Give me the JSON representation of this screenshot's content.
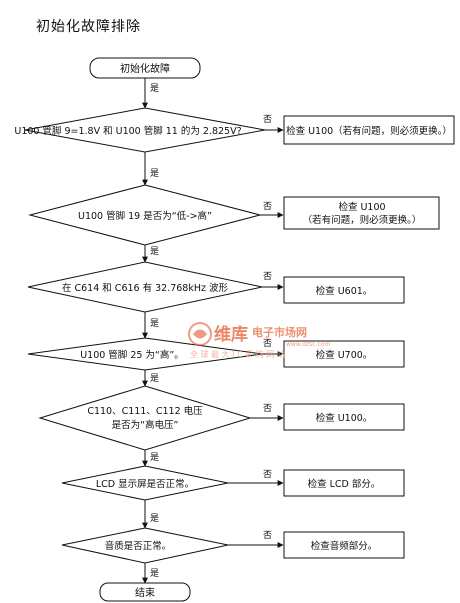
{
  "title": "初始化故障排除",
  "start": "初始化故障",
  "end": "结束",
  "yes_label": "是",
  "no_label": "否",
  "decisions": [
    {
      "id": "d1",
      "text": [
        "U100 管脚 9=1.8V 和 U100 管脚 11 的为 2.825V?"
      ],
      "action": [
        "检查 U100（若有问题，则必须更换。）"
      ]
    },
    {
      "id": "d2",
      "text": [
        "U100 管脚 19 是否为“低->高”"
      ],
      "action": [
        "检查 U100",
        "（若有问题，则必须更换。）"
      ]
    },
    {
      "id": "d3",
      "text": [
        "在 C614 和 C616 有 32.768kHz 波形"
      ],
      "action": [
        "检查 U601。"
      ]
    },
    {
      "id": "d4",
      "text": [
        "U100 管脚 25 为“高”。"
      ],
      "action": [
        "检查 U700。"
      ]
    },
    {
      "id": "d5",
      "text": [
        "C110、C111、C112 电压",
        "是否为“高电压”"
      ],
      "action": [
        "检查 U100。"
      ]
    },
    {
      "id": "d6",
      "text": [
        "LCD 显示屏是否正常。"
      ],
      "action": [
        "检查 LCD 部分。"
      ]
    },
    {
      "id": "d7",
      "text": [
        "音质是否正常。"
      ],
      "action": [
        "检查音频部分。"
      ]
    }
  ],
  "watermark": {
    "brand": "维库",
    "brand_suffix": "电子市场网",
    "url": "www.dzsc.com",
    "slogan": "全 球 最 大 I C 采 购 网 站",
    "color_brand": "#e8613a",
    "color_text": "#f0a08a"
  }
}
